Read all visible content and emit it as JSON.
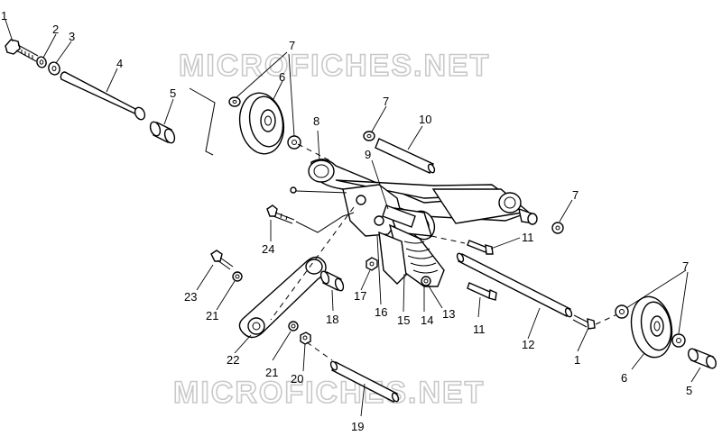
{
  "watermark": {
    "text": "MICROFICHES.NET"
  },
  "callouts": {
    "c1a": "1",
    "c2": "2",
    "c3": "3",
    "c4": "4",
    "c5a": "5",
    "c6a": "6",
    "c7a": "7",
    "c8": "8",
    "c7b": "7",
    "c10": "10",
    "c9": "9",
    "c7c": "7",
    "c11a": "11",
    "c24": "24",
    "c23": "23",
    "c21a": "21",
    "c17": "17",
    "c18": "18",
    "c16": "16",
    "c15": "15",
    "c14": "14",
    "c13": "13",
    "c11b": "11",
    "c12": "12",
    "c1b": "1",
    "c7d": "7",
    "c6b": "6",
    "c5b": "5",
    "c22": "22",
    "c21b": "21",
    "c20": "20",
    "c19": "19"
  }
}
